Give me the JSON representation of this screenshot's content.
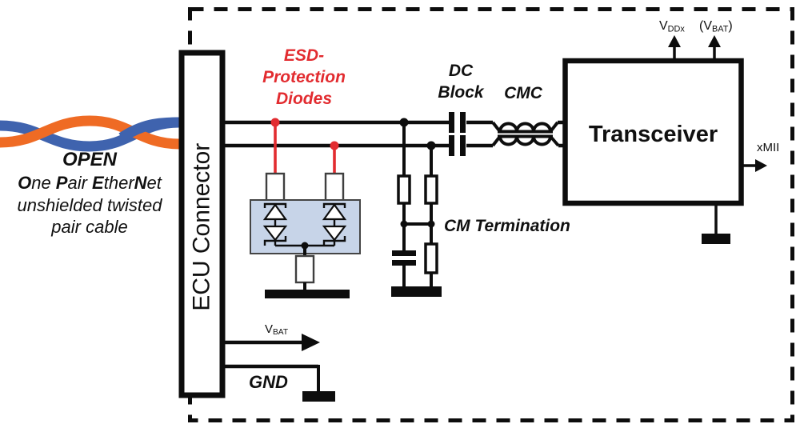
{
  "colors": {
    "ink": "#0d0d0d",
    "red": "#e22c30",
    "text": "#101010",
    "cable_blue": "#3f63ae",
    "cable_orange": "#ef6b24",
    "esd_fill": "#c7d4e8",
    "esd_border": "#454545"
  },
  "cable": {
    "line1": "OPEN",
    "line2": {
      "b1": "O",
      "r1": "ne ",
      "b2": "P",
      "r2": "air ",
      "b3": "E",
      "r3": "ther",
      "b4": "N",
      "r4": "et"
    },
    "line3": "unshielded twisted",
    "line4": "pair cable"
  },
  "connector": {
    "label": "ECU Connector"
  },
  "esd": {
    "line1": "ESD-",
    "line2": "Protection",
    "line3": "Diodes"
  },
  "dc_block": {
    "line1": "DC",
    "line2": "Block"
  },
  "cmc": {
    "label": "CMC"
  },
  "cm_termination": {
    "label": "CM Termination"
  },
  "transceiver": {
    "label": "Transceiver"
  },
  "supplies": {
    "vddx_main": "V",
    "vddx_sub": "DDx",
    "vbat_pre": "(V",
    "vbat_sub": "BAT",
    "vbat_post": ")"
  },
  "xmii": {
    "label": "xMII"
  },
  "vbat_line": {
    "main": "V",
    "sub": "BAT"
  },
  "gnd": {
    "label": "GND"
  }
}
